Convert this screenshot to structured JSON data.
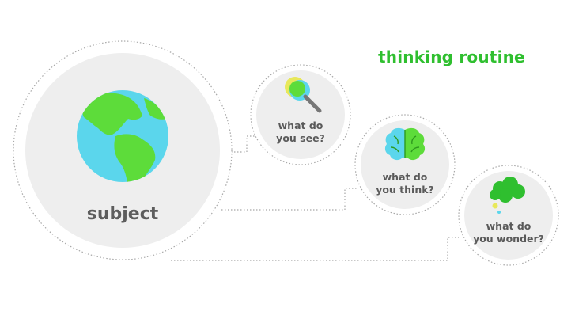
{
  "title": "thinking routine",
  "colors": {
    "accent_green": "#2fbf2f",
    "circle_fill": "#eeeeee",
    "outline": "#a8a8a8",
    "text": "#5a5a5a",
    "globe_ocean": "#5bd6ec",
    "globe_land": "#5ddc3a"
  },
  "subject": {
    "label": "subject",
    "icon": "globe-icon"
  },
  "steps": [
    {
      "line1": "what do",
      "line2": "you see?",
      "icon": "magnifier-icon"
    },
    {
      "line1": "what do",
      "line2": "you think?",
      "icon": "brain-icon"
    },
    {
      "line1": "what do",
      "line2": "you wonder?",
      "icon": "thought-bubble-icon"
    }
  ]
}
